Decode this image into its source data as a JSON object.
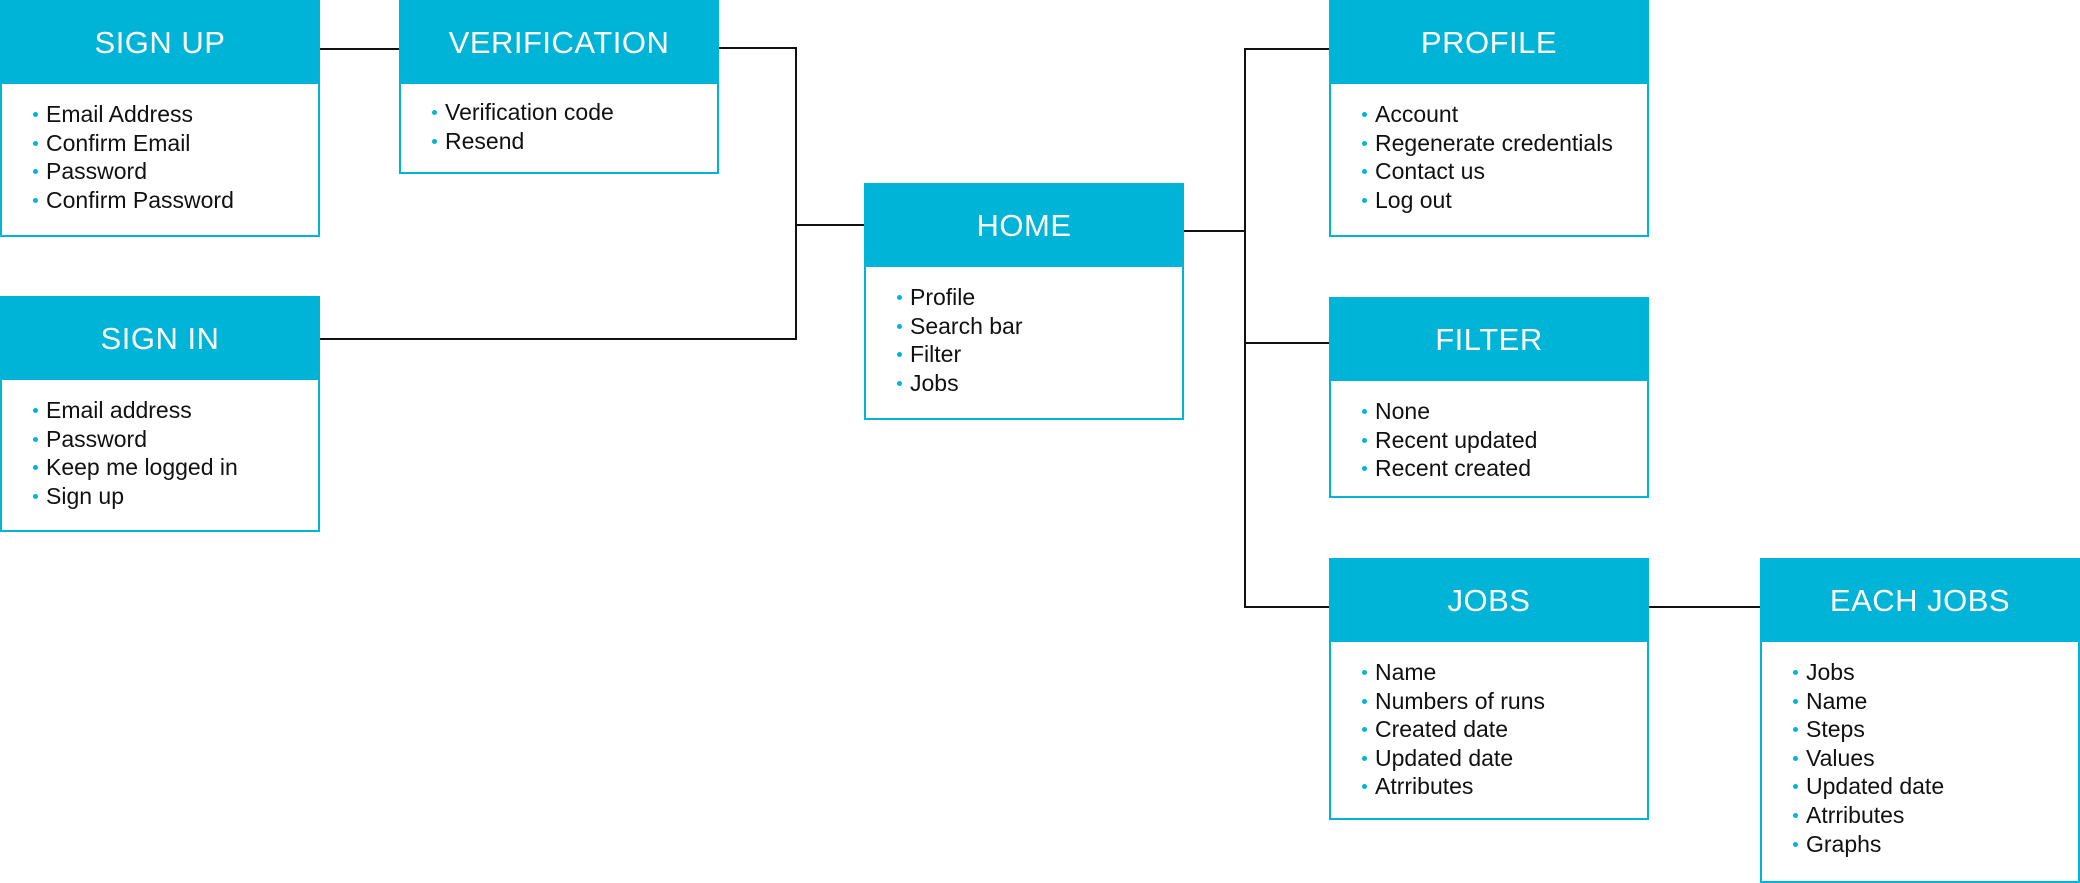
{
  "theme": {
    "accent_color": "#00b4d8",
    "line_color": "#111111"
  },
  "nodes": {
    "signup": {
      "title": "SIGN UP",
      "items": [
        "Email Address",
        "Confirm Email",
        "Password",
        "Confirm Password"
      ]
    },
    "verification": {
      "title": "VERIFICATION",
      "items": [
        "Verification code",
        "Resend"
      ]
    },
    "signin": {
      "title": "SIGN IN",
      "items": [
        "Email address",
        "Password",
        "Keep me logged in",
        "Sign up"
      ]
    },
    "home": {
      "title": "HOME",
      "items": [
        "Profile",
        "Search bar",
        "Filter",
        "Jobs"
      ]
    },
    "profile": {
      "title": "PROFILE",
      "items": [
        "Account",
        "Regenerate credentials",
        "Contact us",
        "Log out"
      ]
    },
    "filter": {
      "title": "FILTER",
      "items": [
        "None",
        "Recent updated",
        "Recent created"
      ]
    },
    "jobs": {
      "title": "JOBS",
      "items": [
        "Name",
        "Numbers of runs",
        "Created date",
        "Updated date",
        "Atrributes"
      ]
    },
    "eachjobs": {
      "title": "EACH JOBS",
      "items": [
        "Jobs",
        "Name",
        "Steps",
        "Values",
        "Updated date",
        "Atrributes",
        "Graphs"
      ]
    }
  },
  "edges": [
    {
      "from": "signup",
      "to": "verification"
    },
    {
      "from": "verification",
      "to": "home"
    },
    {
      "from": "signin",
      "to": "home"
    },
    {
      "from": "home",
      "to": "profile"
    },
    {
      "from": "home",
      "to": "filter"
    },
    {
      "from": "home",
      "to": "jobs"
    },
    {
      "from": "jobs",
      "to": "eachjobs"
    }
  ]
}
